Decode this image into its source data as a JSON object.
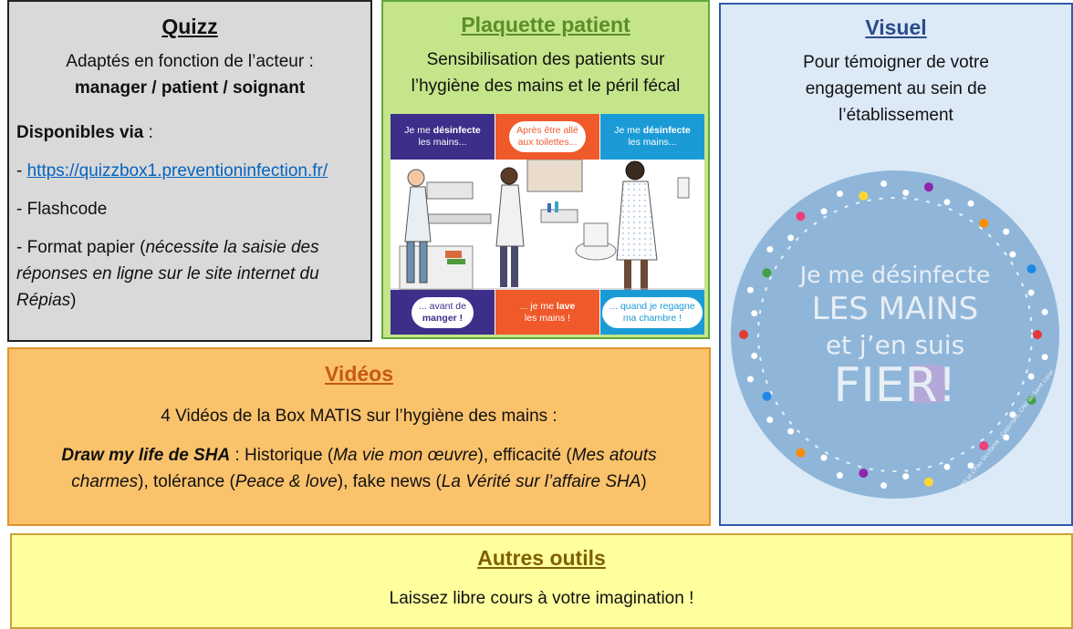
{
  "quizz": {
    "title": "Quizz",
    "intro": "Adaptés en fonction de l’acteur :",
    "audience": "manager / patient / soignant",
    "available_label": "Disponibles via",
    "available_colon": " :",
    "dash": "- ",
    "link": "https://quizzbox1.preventioninfection.fr/",
    "flashcode": "Flashcode",
    "paper_prefix": "Format papier (",
    "paper_italic": "nécessite la saisie des réponses en ligne sur le site internet du Répias",
    "paper_suffix": ")"
  },
  "plaquette": {
    "title": "Plaquette patient",
    "text_line1": "Sensibilisation des patients sur",
    "text_line2": "l’hygiène des mains et le péril fécal",
    "poster": {
      "top_tiles": [
        {
          "line1": "Je me",
          "bold1": "désinfecte",
          "line2": "les mains..."
        },
        {
          "line1": "Après être allé",
          "line2": "aux toilettes..."
        },
        {
          "line1": "Je me",
          "bold1": "désinfecte",
          "line2": "les mains..."
        }
      ],
      "bottom_tiles": [
        {
          "line1": "... avant de",
          "line2": "manger !"
        },
        {
          "line1": "... je me",
          "bold1": "lave",
          "line2": "les mains !"
        },
        {
          "line1": "... quand je regagne",
          "line2": "ma chambre !"
        }
      ]
    }
  },
  "visuel": {
    "title": "Visuel",
    "line1": "Pour témoigner de votre",
    "line2": "engagement au sein de",
    "line3": "l’établissement",
    "disc_text": {
      "l1": "Je me désinfecte",
      "l2": "LES MAINS",
      "l3": "et j’en suis",
      "l4": "FIER!"
    },
    "credit": "FRS et CPias Occitanie - Copyright, CHU de Saint Lizier"
  },
  "videos": {
    "title": "Vidéos",
    "intro": "4 Vidéos de la Box MATIS sur l’hygiène des mains :",
    "bold_title": "Draw my life de SHA",
    "t1": " : Historique (",
    "i1": "Ma vie mon œuvre",
    "t2": "), efficacité (",
    "i2": "Mes atouts charmes",
    "t3": "), tolérance (",
    "i3": "Peace & love",
    "t4": "), fake news (",
    "i4": "La Vérité sur l’affaire SHA",
    "t5": ")"
  },
  "autres": {
    "title": "Autres outils",
    "text": "Laissez libre cours à votre imagination !"
  },
  "colors": {
    "quizz_bg": "#d9d9d9",
    "plaquette_bg": "#c4e58a",
    "visuel_bg": "#dce9f7",
    "videos_bg": "#fbc26c",
    "autres_bg": "#ffff9e",
    "poster_purple": "#3b2f8a",
    "poster_orange": "#f0592a",
    "poster_blue": "#1b9bd6"
  }
}
